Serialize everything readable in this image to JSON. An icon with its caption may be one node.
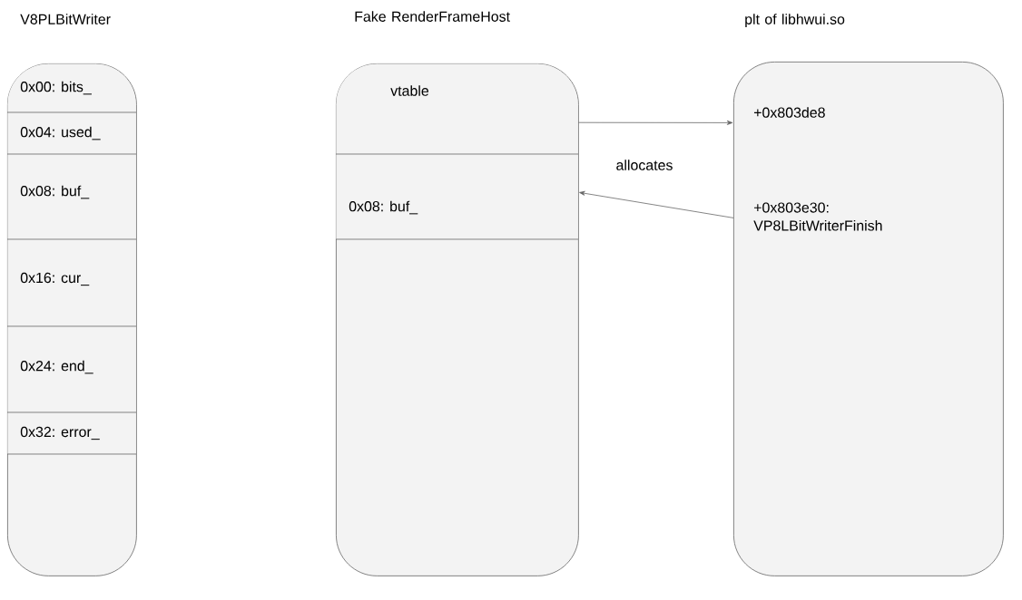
{
  "diagram": {
    "nodes": [
      {
        "text": [
          "V8PLBitWriter"
        ]
      },
      {
        "text": [
          "0x00: bits_"
        ],
        "in": 0
      },
      {
        "text": [
          "0x04: used_"
        ],
        "in": 0
      },
      {
        "text": [
          "0x08: buf_"
        ],
        "in": 0
      },
      {
        "text": [
          "0x16: cur_"
        ],
        "in": 0
      },
      {
        "text": [
          "0x24: end_"
        ],
        "in": 0
      },
      {
        "text": [
          "0x32: error_"
        ],
        "in": 0
      },
      {
        "text": [
          "Fake RenderFrameHost"
        ]
      },
      {
        "text": [
          "vtable"
        ],
        "in": 7
      },
      {
        "text": [
          "0x08: buf_"
        ],
        "in": 7
      },
      {
        "text": [
          "plt of libhwui.so",
          "+0x803de8",
          "+0x803e30: VP8LBitWriterFinish"
        ]
      }
    ],
    "edges": [
      {
        "from": 8,
        "to": 10,
        "arrow": "to"
      },
      {
        "from": 10,
        "to": 9,
        "arrow": "to",
        "label": "allocates"
      }
    ]
  }
}
